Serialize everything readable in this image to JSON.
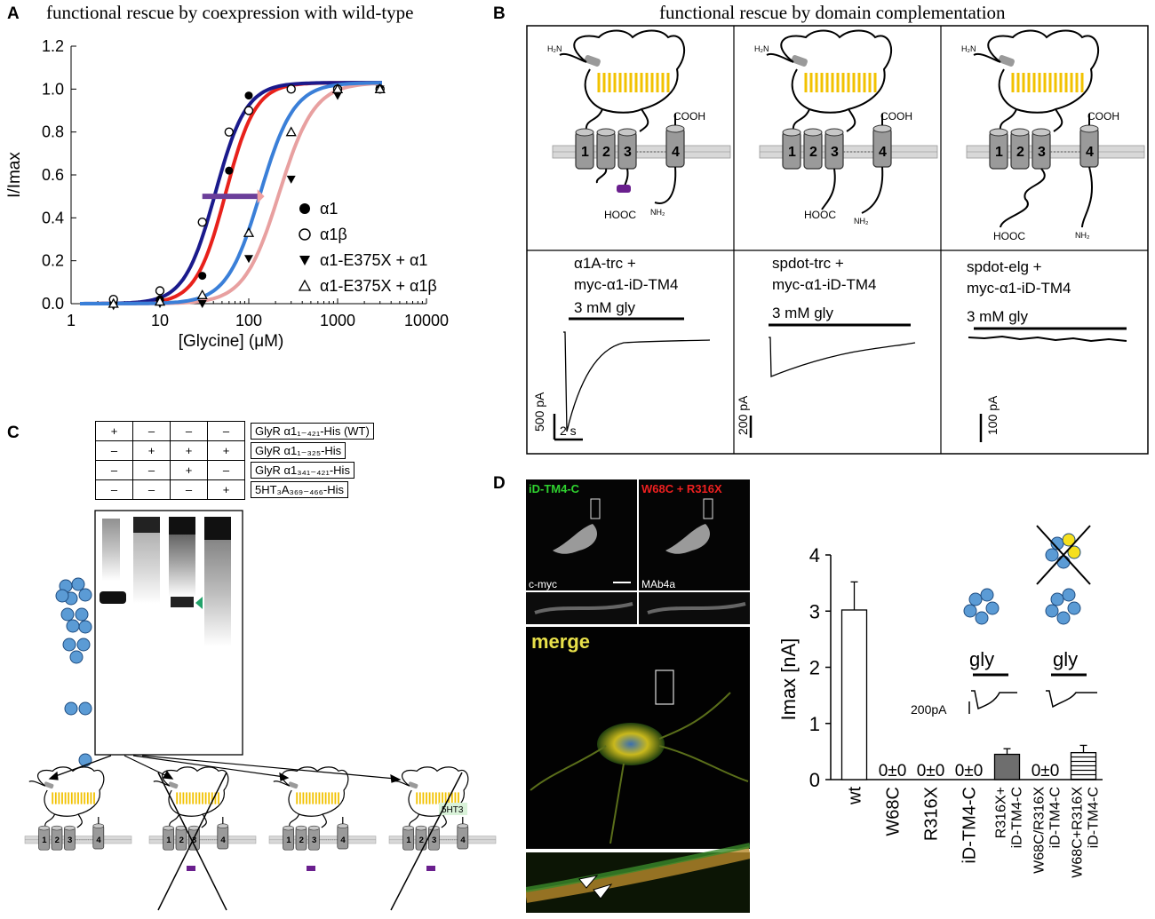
{
  "panels": {
    "A": {
      "letter": "A",
      "title": "functional rescue by coexpression with wild-type",
      "legend": [
        "α1",
        "α1β",
        "α1-E375X + α1",
        "α1-E375X + α1β"
      ]
    },
    "B": {
      "letter": "B",
      "title": "functional rescue by domain complementation",
      "constructs": [
        {
          "line1": "α1A-trc +",
          "line2": "myc-α1-iD-TM4",
          "drug": "3 mM gly",
          "scale_current": "500 pA",
          "scale_time": "2 s"
        },
        {
          "line1": "spdot-trc +",
          "line2": "myc-α1-iD-TM4",
          "drug": "3 mM gly",
          "scale_current": "200 pA"
        },
        {
          "line1": "spdot-elg +",
          "line2": "myc-α1-iD-TM4",
          "drug": "3 mM gly",
          "scale_current": "100 pA"
        }
      ],
      "topology_labels": {
        "n_term": "H₂N",
        "c_term": "COOH",
        "hooc": "HOOC",
        "nh2": "NH₂",
        "tm": [
          "1",
          "2",
          "3",
          "4"
        ]
      }
    },
    "C": {
      "letter": "C",
      "rows": [
        {
          "signs": [
            "+",
            "–",
            "–",
            "–"
          ],
          "label": "GlyR α1₁₋₄₂₁-His (WT)"
        },
        {
          "signs": [
            "–",
            "+",
            "+",
            "+"
          ],
          "label": "GlyR α1₁₋₃₂₅-His"
        },
        {
          "signs": [
            "–",
            "–",
            "+",
            "–"
          ],
          "label": "GlyR α1₃₄₁₋₄₂₁-His"
        },
        {
          "signs": [
            "–",
            "–",
            "–",
            "+"
          ],
          "label": "5HT₃A₃₆₉₋₄₆₆-His"
        }
      ],
      "chimera_label": "5HT3"
    },
    "D": {
      "letter": "D",
      "images": {
        "green_label": "iD-TM4-C",
        "red_label": "W68C + R316X",
        "green_stain": "c-myc",
        "red_stain": "MAb4a",
        "merge_label": "merge"
      },
      "inset": {
        "drug": "gly",
        "scale": "200pA"
      }
    }
  },
  "chart_data": [
    {
      "type": "scatter",
      "title": "functional rescue by coexpression with wild-type",
      "xlabel": "[Glycine] (μM)",
      "ylabel": "I/Imax",
      "xscale": "log",
      "xlim": [
        1,
        10000
      ],
      "ylim": [
        0,
        1.2
      ],
      "xticks": [
        1,
        10,
        100,
        1000,
        10000
      ],
      "yticks": [
        0.0,
        0.2,
        0.4,
        0.6,
        0.8,
        1.0,
        1.2
      ],
      "legend_position": "right",
      "series": [
        {
          "name": "α1",
          "marker": "filled-circle",
          "color": "#000000",
          "curve_color": "#e8211b",
          "ec50": 55,
          "hill": 2.6,
          "x": [
            3,
            10,
            30,
            60,
            100,
            300,
            1000,
            3000
          ],
          "y": [
            0.0,
            0.02,
            0.13,
            0.62,
            0.97,
            1.0,
            1.0,
            1.0
          ]
        },
        {
          "name": "α1β",
          "marker": "open-circle",
          "color": "#000000",
          "curve_color": "#1a1a8c",
          "ec50": 42,
          "hill": 2.5,
          "x": [
            3,
            10,
            30,
            60,
            100,
            300,
            1000,
            3000
          ],
          "y": [
            0.02,
            0.06,
            0.38,
            0.8,
            0.9,
            1.0,
            1.0,
            1.0
          ]
        },
        {
          "name": "α1-E375X + α1",
          "marker": "filled-triangle-down",
          "color": "#000000",
          "curve_color": "#e8a0a0",
          "ec50": 220,
          "hill": 2.2,
          "x": [
            3,
            10,
            30,
            100,
            300,
            1000,
            3000
          ],
          "y": [
            -0.01,
            0.0,
            0.0,
            0.21,
            0.58,
            0.97,
            1.0
          ]
        },
        {
          "name": "α1-E375X + α1β",
          "marker": "open-triangle",
          "color": "#000000",
          "curve_color": "#3a7fd8",
          "ec50": 135,
          "hill": 2.3,
          "x": [
            3,
            10,
            30,
            100,
            300,
            1000,
            3000
          ],
          "y": [
            0.0,
            0.01,
            0.04,
            0.33,
            0.8,
            1.0,
            1.0
          ]
        }
      ],
      "annotation": "arrow shift from ~35 μM to ~120 μM at 0.5"
    },
    {
      "type": "bar",
      "xlabel": "",
      "ylabel": "Imax [nA]",
      "ylim": [
        0,
        4
      ],
      "yticks": [
        0,
        1,
        2,
        3,
        4
      ],
      "categories": [
        "wt",
        "W68C",
        "R316X",
        "iD-TM4-C",
        "R316X+ iD-TM4-C",
        "W68C/R316X iD-TM4-C",
        "W68C+R316X iD-TM4-C"
      ],
      "values": [
        3.02,
        0,
        0,
        0,
        0.45,
        0,
        0.48
      ],
      "errors": [
        0.5,
        0,
        0,
        0,
        0.1,
        0,
        0.13
      ],
      "value_labels": [
        "",
        "0±0",
        "0±0",
        "0±0",
        "",
        "0±0",
        ""
      ],
      "fills": [
        "white",
        "none",
        "none",
        "none",
        "gray",
        "none",
        "hatched"
      ]
    }
  ]
}
